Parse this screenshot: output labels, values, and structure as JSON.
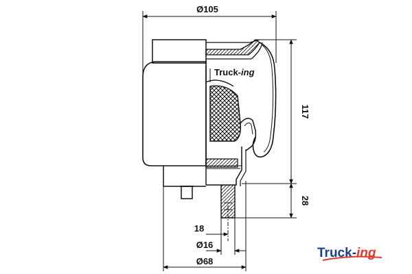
{
  "dimensions": {
    "top_diameter": "Ø105",
    "height": "117",
    "bottom_height": "28",
    "bolt_length": "18",
    "bolt_diameter": "Ø16",
    "base_diameter": "Ø68"
  },
  "logo": {
    "prefix": "Truck-",
    "suffix": "ing",
    "prefix_color": "#1a3f8c",
    "suffix_color": "#e03a2f"
  },
  "colors": {
    "line": "#111111",
    "background": "#ffffff"
  }
}
